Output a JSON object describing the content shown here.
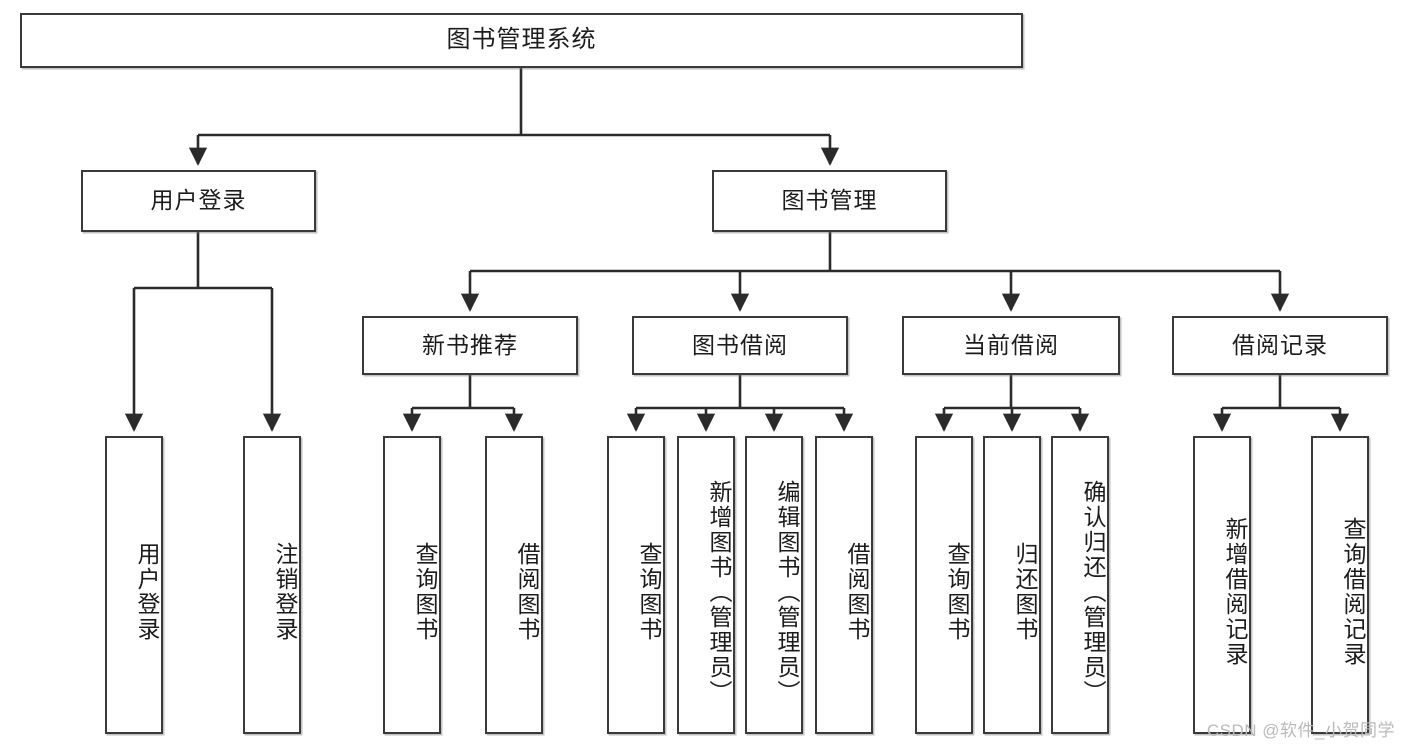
{
  "diagram": {
    "title": "图书管理系统",
    "watermark": "CSDN @软件_小贺同学",
    "colors": {
      "box_border": "#3a3a3a",
      "box_fill": "#ffffff",
      "edge": "#2b2b2b",
      "text": "#1c1c1c",
      "watermark": "#b9b9b9"
    },
    "root": {
      "label": "图书管理系统"
    },
    "level2": [
      {
        "id": "user-login",
        "label": "用户登录"
      },
      {
        "id": "book-management",
        "label": "图书管理"
      }
    ],
    "level3": [
      {
        "id": "new-book-recommend",
        "label": "新书推荐"
      },
      {
        "id": "book-borrow",
        "label": "图书借阅"
      },
      {
        "id": "current-borrow",
        "label": "当前借阅"
      },
      {
        "id": "borrow-record",
        "label": "借阅记录"
      }
    ],
    "leaves": {
      "user_login": [
        {
          "id": "leaf-user-login",
          "label": "用户登录"
        },
        {
          "id": "leaf-logout",
          "label": "注销登录"
        }
      ],
      "new_book_recommend": [
        {
          "id": "leaf-query-book-1",
          "label": "查询图书"
        },
        {
          "id": "leaf-borrow-book-1",
          "label": "借阅图书"
        }
      ],
      "book_borrow": [
        {
          "id": "leaf-query-book-2",
          "label": "查询图书"
        },
        {
          "id": "leaf-add-book",
          "label": "新增图书（管理员）"
        },
        {
          "id": "leaf-edit-book",
          "label": "编辑图书（管理员）"
        },
        {
          "id": "leaf-borrow-book-2",
          "label": "借阅图书"
        }
      ],
      "current_borrow": [
        {
          "id": "leaf-query-book-3",
          "label": "查询图书"
        },
        {
          "id": "leaf-return-book",
          "label": "归还图书"
        },
        {
          "id": "leaf-confirm-return",
          "label": "确认归还（管理员）"
        }
      ],
      "borrow_record": [
        {
          "id": "leaf-add-record",
          "label": "新增借阅记录"
        },
        {
          "id": "leaf-query-record",
          "label": "查询借阅记录"
        }
      ]
    }
  }
}
